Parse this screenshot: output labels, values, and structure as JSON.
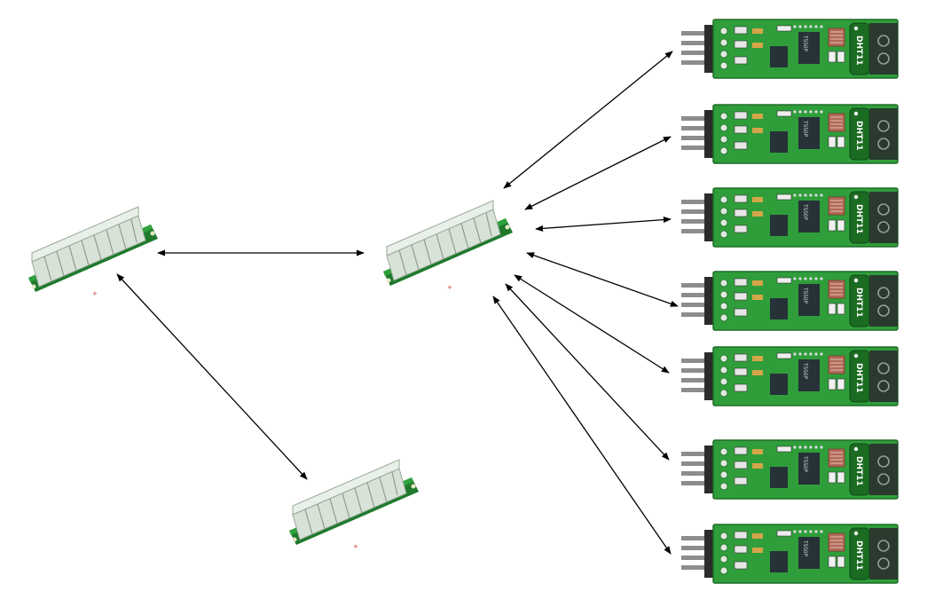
{
  "hubs": [
    {
      "id": "hub-left"
    },
    {
      "id": "hub-center"
    },
    {
      "id": "hub-bottom"
    }
  ],
  "sensor_modules": [
    {
      "label": "DHT11",
      "chip": "TSSOP"
    },
    {
      "label": "DHT11",
      "chip": "TSSOP"
    },
    {
      "label": "DHT11",
      "chip": "TSSOP"
    },
    {
      "label": "DHT11",
      "chip": "TSSOP"
    },
    {
      "label": "DHT11",
      "chip": "TSSOP"
    },
    {
      "label": "DHT11",
      "chip": "TSSOP"
    },
    {
      "label": "DHT11",
      "chip": "TSSOP"
    }
  ],
  "connections": [
    {
      "from": "hub-left",
      "to": "hub-center",
      "bidirectional": true
    },
    {
      "from": "hub-left",
      "to": "hub-bottom",
      "bidirectional": true
    },
    {
      "from": "hub-center",
      "to": "sensor-1",
      "bidirectional": true
    },
    {
      "from": "hub-center",
      "to": "sensor-2",
      "bidirectional": true
    },
    {
      "from": "hub-center",
      "to": "sensor-3",
      "bidirectional": true
    },
    {
      "from": "hub-center",
      "to": "sensor-4",
      "bidirectional": true
    },
    {
      "from": "hub-center",
      "to": "sensor-5",
      "bidirectional": true
    },
    {
      "from": "hub-center",
      "to": "sensor-6",
      "bidirectional": true
    },
    {
      "from": "hub-center",
      "to": "sensor-7",
      "bidirectional": true
    }
  ],
  "colors": {
    "pcb": "#2f9e3a",
    "pcb_dark": "#1f6b27",
    "connector": "#c9d6c9",
    "arrow": "#000000"
  }
}
